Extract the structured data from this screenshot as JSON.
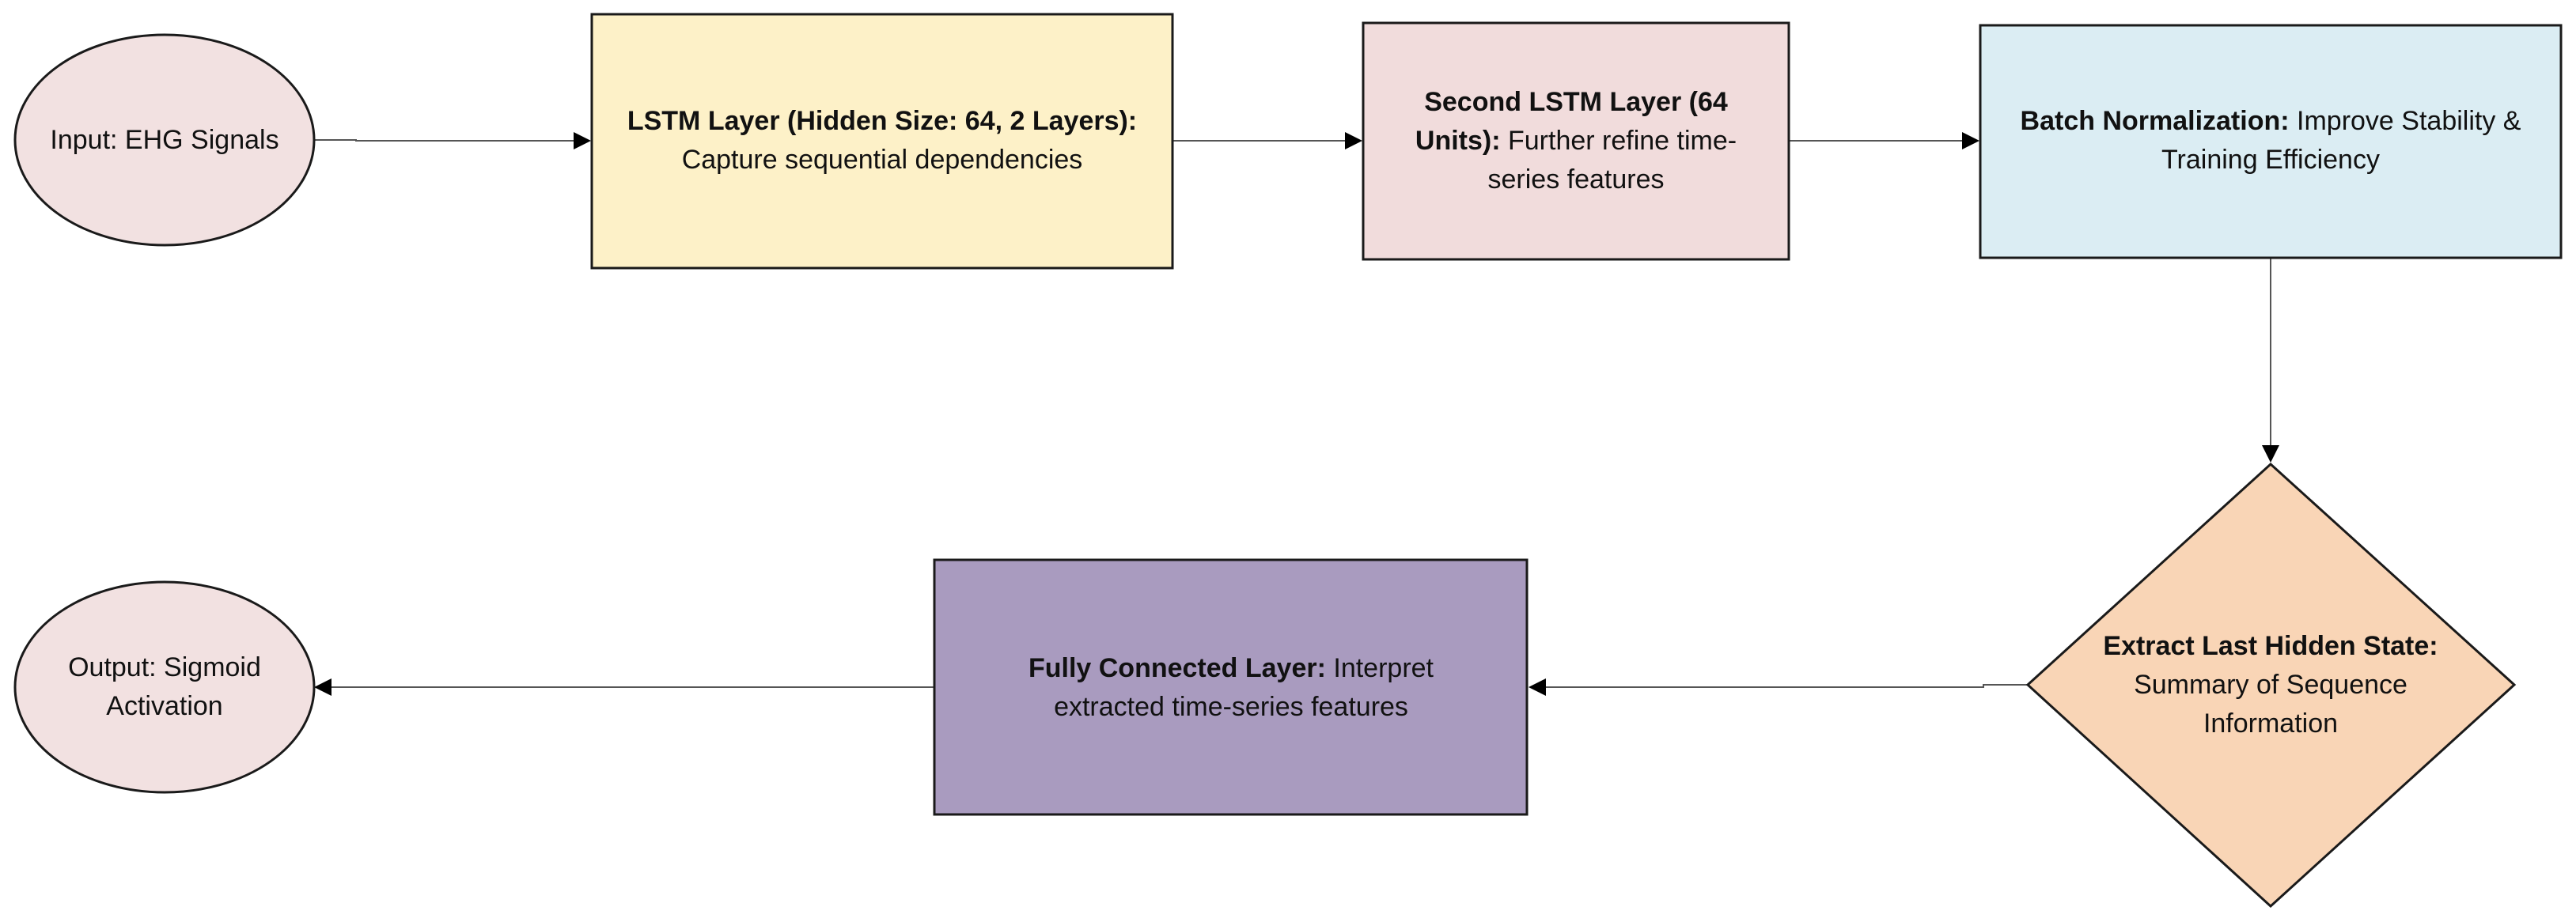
{
  "colors": {
    "terminal_fill": "#f2e1e1",
    "lstm_fill": "#fdf1c8",
    "second_lstm_fill": "#f1dcdc",
    "batchnorm_fill": "#dbedf3",
    "extract_fill": "#f9d5b6",
    "fc_fill": "#a99bbf",
    "border": "#1a1a1a",
    "connector": "#555555"
  },
  "nodes": {
    "input": {
      "bold": "",
      "text": "Input: EHG Signals",
      "shape": "ellipse"
    },
    "lstm": {
      "bold": "LSTM Layer (Hidden Size: 64, 2 Layers):",
      "text": " Capture sequential dependencies",
      "shape": "rectangle"
    },
    "second_lstm": {
      "bold": "Second LSTM Layer (64 Units):",
      "text": " Further refine time-series features",
      "shape": "rectangle"
    },
    "batch_norm": {
      "bold": "Batch Normalization:",
      "text": " Improve Stability & Training Efficiency",
      "shape": "rectangle"
    },
    "extract": {
      "bold": "Extract Last Hidden State:",
      "text": " Summary of Sequence Information",
      "shape": "diamond"
    },
    "fully_connected": {
      "bold": "Fully Connected Layer:",
      "text": " Interpret extracted time-series features",
      "shape": "rectangle"
    },
    "output": {
      "bold": "",
      "text": "Output: Sigmoid Activation",
      "shape": "ellipse"
    }
  },
  "edges": [
    {
      "from": "input",
      "to": "lstm"
    },
    {
      "from": "lstm",
      "to": "second_lstm"
    },
    {
      "from": "second_lstm",
      "to": "batch_norm"
    },
    {
      "from": "batch_norm",
      "to": "extract"
    },
    {
      "from": "extract",
      "to": "fully_connected"
    },
    {
      "from": "fully_connected",
      "to": "output"
    }
  ]
}
